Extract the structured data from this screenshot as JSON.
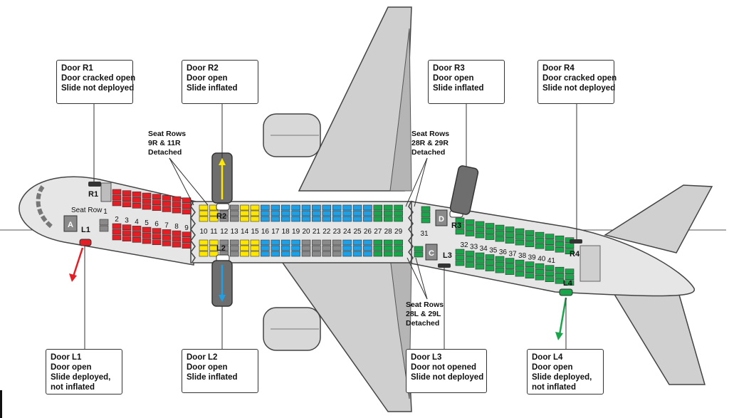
{
  "callouts": {
    "r1": [
      "Door R1",
      "Door cracked open",
      "Slide not deployed"
    ],
    "r2": [
      "Door R2",
      "Door open",
      "Slide inflated"
    ],
    "r3": [
      "Door R3",
      "Door open",
      "Slide inflated"
    ],
    "r4": [
      "Door R4",
      "Door cracked open",
      "Slide not deployed"
    ],
    "l1": [
      "Door L1",
      "Door open",
      "Slide deployed,",
      "not inflated"
    ],
    "l2": [
      "Door L2",
      "Door open",
      "Slide inflated"
    ],
    "l3": [
      "Door L3",
      "Door not opened",
      "Slide not deployed"
    ],
    "l4": [
      "Door L4",
      "Door open",
      "Slide deployed,",
      "not inflated"
    ]
  },
  "seat_notes": {
    "r_front": [
      "Seat Rows",
      "9R & 11R",
      "Detached"
    ],
    "r_rear": [
      "Seat Rows",
      "28R & 29R",
      "Detached"
    ],
    "l_rear": [
      "Seat Rows",
      "28L & 29L",
      "Detached"
    ]
  },
  "door_labels": {
    "r1": "R1",
    "r2": "R2",
    "r3": "R3",
    "r4": "R4",
    "l1": "L1",
    "l2": "L2",
    "l3": "L3",
    "l4": "L4"
  },
  "seat_row_label": "Seat Row",
  "galley_labels": {
    "a": "A",
    "c": "C",
    "d": "D"
  },
  "row_numbers": [
    "1",
    "2",
    "3",
    "4",
    "5",
    "6",
    "7",
    "8",
    "9",
    "10",
    "11",
    "12",
    "13",
    "14",
    "15",
    "16",
    "17",
    "18",
    "19",
    "20",
    "21",
    "22",
    "23",
    "24",
    "25",
    "26",
    "27",
    "28",
    "29",
    "31",
    "32",
    "33",
    "34",
    "35",
    "36",
    "37",
    "38",
    "39",
    "40",
    "41"
  ],
  "colors": {
    "red": "#e31e24",
    "yellow": "#ffe600",
    "blue": "#1ea0e6",
    "green": "#19a64b",
    "gray_seat": "#8a8a8a",
    "fuselage": "#e6e6e6",
    "wing": "#cfcfcf",
    "slide": "#6e6e6e"
  }
}
